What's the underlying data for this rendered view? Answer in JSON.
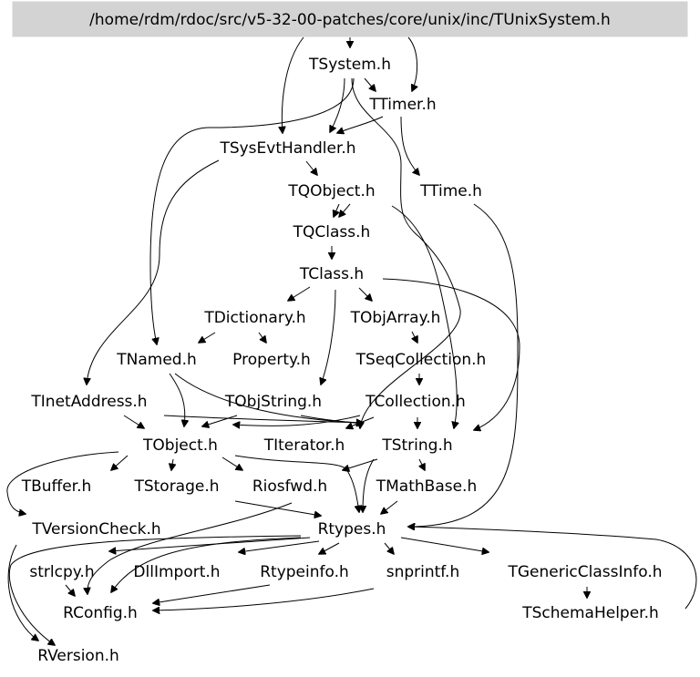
{
  "graph": {
    "nodes": [
      {
        "id": "root",
        "label": "/home/rdm/rdoc/src/v5-32-00-patches/core/unix/inc/TUnixSystem.h",
        "highlight": true
      },
      {
        "id": "tsystem",
        "label": "TSystem.h"
      },
      {
        "id": "ttimer",
        "label": "TTimer.h"
      },
      {
        "id": "tsysevthandler",
        "label": "TSysEvtHandler.h"
      },
      {
        "id": "tqobject",
        "label": "TQObject.h"
      },
      {
        "id": "ttime",
        "label": "TTime.h"
      },
      {
        "id": "tqclass",
        "label": "TQClass.h"
      },
      {
        "id": "tclass",
        "label": "TClass.h"
      },
      {
        "id": "tdictionary",
        "label": "TDictionary.h"
      },
      {
        "id": "tobjarray",
        "label": "TObjArray.h"
      },
      {
        "id": "tnamed",
        "label": "TNamed.h"
      },
      {
        "id": "property",
        "label": "Property.h"
      },
      {
        "id": "tseqcollection",
        "label": "TSeqCollection.h"
      },
      {
        "id": "tinetaddress",
        "label": "TInetAddress.h"
      },
      {
        "id": "tobjstring",
        "label": "TObjString.h"
      },
      {
        "id": "tcollection",
        "label": "TCollection.h"
      },
      {
        "id": "tobject",
        "label": "TObject.h"
      },
      {
        "id": "titerator",
        "label": "TIterator.h"
      },
      {
        "id": "tstring",
        "label": "TString.h"
      },
      {
        "id": "tbuffer",
        "label": "TBuffer.h"
      },
      {
        "id": "tstorage",
        "label": "TStorage.h"
      },
      {
        "id": "riosfwd",
        "label": "Riosfwd.h"
      },
      {
        "id": "tmathbase",
        "label": "TMathBase.h"
      },
      {
        "id": "tversioncheck",
        "label": "TVersionCheck.h"
      },
      {
        "id": "rtypes",
        "label": "Rtypes.h"
      },
      {
        "id": "strlcpy",
        "label": "strlcpy.h"
      },
      {
        "id": "dllimport",
        "label": "DllImport.h"
      },
      {
        "id": "rtypeinfo",
        "label": "Rtypeinfo.h"
      },
      {
        "id": "snprintf",
        "label": "snprintf.h"
      },
      {
        "id": "tgenericclassinfo",
        "label": "TGenericClassInfo.h"
      },
      {
        "id": "rconfig",
        "label": "RConfig.h"
      },
      {
        "id": "tschemahelper",
        "label": "TSchemaHelper.h"
      },
      {
        "id": "rversion",
        "label": "RVersion.h"
      }
    ],
    "colors": {
      "highlight_fill": "#d3d3d3",
      "edge": "#000000",
      "text": "#000000",
      "background": "#ffffff"
    }
  }
}
